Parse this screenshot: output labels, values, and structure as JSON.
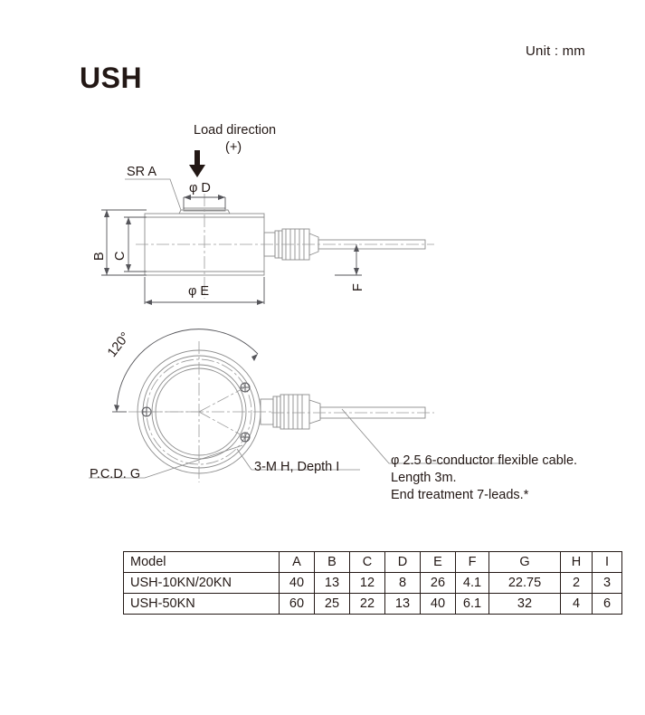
{
  "header": {
    "unit_label": "Unit : mm",
    "model_title": "USH"
  },
  "side_view": {
    "load_direction_label": "Load direction",
    "load_direction_sign": "(+)",
    "sra_label": "SR A",
    "phi_d_label": "φ D",
    "phi_e_label": "φ E",
    "b_label": "B",
    "c_label": "C",
    "f_label": "F"
  },
  "plan_view": {
    "angle_label": "120°",
    "pcd_label": "P.C.D. G",
    "thread_label": "3-M H, Depth I"
  },
  "cable_note": {
    "line1": "φ 2.5  6-conductor flexible cable.",
    "line2": "Length 3m.",
    "line3": "End treatment 7-leads.*"
  },
  "spec_table": {
    "headers": [
      "Model",
      "A",
      "B",
      "C",
      "D",
      "E",
      "F",
      "G",
      "H",
      "I"
    ],
    "rows": [
      {
        "model": "USH-10KN/20KN",
        "A": "40",
        "B": "13",
        "C": "12",
        "D": "8",
        "E": "26",
        "F": "4.1",
        "G": "22.75",
        "H": "2",
        "I": "3"
      },
      {
        "model": "USH-50KN",
        "A": "60",
        "B": "25",
        "C": "22",
        "D": "13",
        "E": "40",
        "F": "6.1",
        "G": "32",
        "H": "4",
        "I": "6"
      }
    ]
  },
  "colors": {
    "ink": "#231815",
    "line": "#8c8c8c",
    "dimension": "#55555a",
    "background": "#ffffff"
  }
}
